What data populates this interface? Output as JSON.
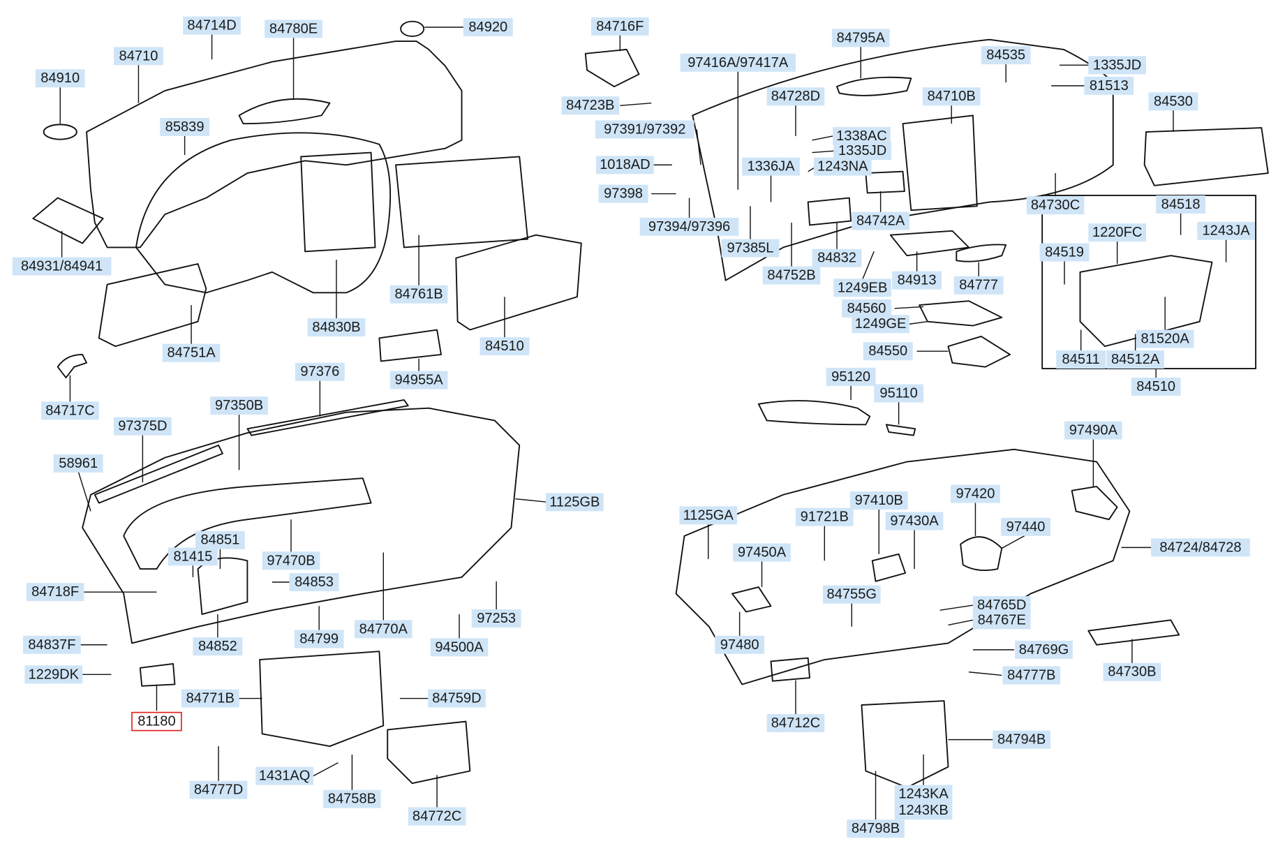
{
  "diagram": {
    "highlight_color": "#e0201c",
    "label_bg_color": "#cfe5f7",
    "highlighted_part": "81180",
    "labels": [
      {
        "text": "84714D"
      },
      {
        "text": "84780E"
      },
      {
        "text": "84920"
      },
      {
        "text": "84710"
      },
      {
        "text": "84910"
      },
      {
        "text": "85839"
      },
      {
        "text": "84931/84941"
      },
      {
        "text": "84751A"
      },
      {
        "text": "84830B"
      },
      {
        "text": "84761B"
      },
      {
        "text": "84510"
      },
      {
        "text": "94955A"
      },
      {
        "text": "84717C"
      },
      {
        "text": "97376"
      },
      {
        "text": "97350B"
      },
      {
        "text": "97375D"
      },
      {
        "text": "58961"
      },
      {
        "text": "1125GB"
      },
      {
        "text": "84851"
      },
      {
        "text": "81415"
      },
      {
        "text": "97470B"
      },
      {
        "text": "84853"
      },
      {
        "text": "84718F"
      },
      {
        "text": "84837F"
      },
      {
        "text": "84852"
      },
      {
        "text": "84799"
      },
      {
        "text": "84770A"
      },
      {
        "text": "94500A"
      },
      {
        "text": "97253"
      },
      {
        "text": "1229DK"
      },
      {
        "text": "81180"
      },
      {
        "text": "84771B"
      },
      {
        "text": "84759D"
      },
      {
        "text": "84777D"
      },
      {
        "text": "1431AQ"
      },
      {
        "text": "84758B"
      },
      {
        "text": "84772C"
      },
      {
        "text": "84716F"
      },
      {
        "text": "84723B"
      },
      {
        "text": "97416A/97417A"
      },
      {
        "text": "84795A"
      },
      {
        "text": "84535"
      },
      {
        "text": "1335JD"
      },
      {
        "text": "81513"
      },
      {
        "text": "84530"
      },
      {
        "text": "97391/97392"
      },
      {
        "text": "84728D"
      },
      {
        "text": "84710B"
      },
      {
        "text": "1338AC"
      },
      {
        "text": "1335JD"
      },
      {
        "text": "1018AD"
      },
      {
        "text": "1336JA"
      },
      {
        "text": "1243NA"
      },
      {
        "text": "97398"
      },
      {
        "text": "97394/97396"
      },
      {
        "text": "84742A"
      },
      {
        "text": "84730C"
      },
      {
        "text": "84518"
      },
      {
        "text": "1220FC"
      },
      {
        "text": "1243JA"
      },
      {
        "text": "84519"
      },
      {
        "text": "97385L"
      },
      {
        "text": "84832"
      },
      {
        "text": "84752B"
      },
      {
        "text": "1249EB"
      },
      {
        "text": "84913"
      },
      {
        "text": "84777"
      },
      {
        "text": "84560"
      },
      {
        "text": "1249GE"
      },
      {
        "text": "81520A"
      },
      {
        "text": "84511"
      },
      {
        "text": "84512A"
      },
      {
        "text": "84510"
      },
      {
        "text": "84550"
      },
      {
        "text": "95120"
      },
      {
        "text": "95110"
      },
      {
        "text": "97490A"
      },
      {
        "text": "1125GA"
      },
      {
        "text": "97410B"
      },
      {
        "text": "97420"
      },
      {
        "text": "91721B"
      },
      {
        "text": "97430A"
      },
      {
        "text": "97440"
      },
      {
        "text": "97450A"
      },
      {
        "text": "84724/84728"
      },
      {
        "text": "84755G"
      },
      {
        "text": "84765D"
      },
      {
        "text": "84767E"
      },
      {
        "text": "97480"
      },
      {
        "text": "84769G"
      },
      {
        "text": "84730B"
      },
      {
        "text": "84777B"
      },
      {
        "text": "84712C"
      },
      {
        "text": "84794B"
      },
      {
        "text": "1243KA"
      },
      {
        "text": "1243KB"
      },
      {
        "text": "84798B"
      }
    ]
  }
}
